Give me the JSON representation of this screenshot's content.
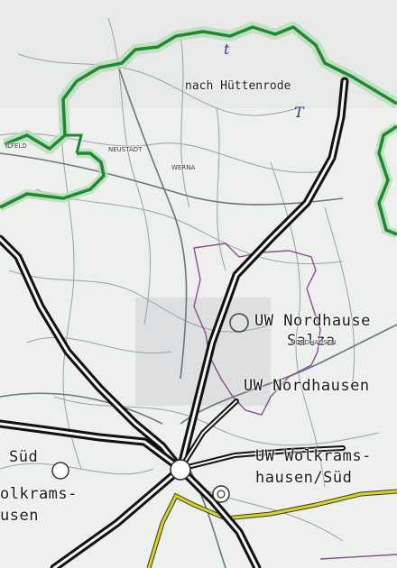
{
  "colors": {
    "background": "#eef0ee",
    "border_green": "#1c8a2e",
    "border_halo": "#b9dcb9",
    "power_line": "#111111",
    "power_line_casing": "#f6f6f6",
    "yellow_line": "#d6d22a",
    "purple_boundary": "#8a4e8e",
    "roads": "#9aa0a4",
    "roads_dark": "#6e7478"
  },
  "labels": {
    "to_huettenrode": "nach Hüttenrode",
    "uw_nordhausen_salza_line1": "UW Nordhause",
    "uw_nordhausen_salza_line2": "Salza",
    "uw_nordhausen": "UW Nordhausen",
    "uw_wolkramshausen_sued_line1": "UW Wolkrams-",
    "uw_wolkramshausen_sued_line2": "hausen/Süd",
    "left_sued": "Süd",
    "left_wolkrams_line1": "olkrams-",
    "left_wolkrams_line2": "usen",
    "town_neustadt": "NEUSTADT",
    "town_ilfeld": "ILFELD",
    "town_nordhausen": "NORDHAUSEN",
    "town_werna": "WERNA"
  },
  "icons": {
    "substation": "substation-circle-icon"
  }
}
